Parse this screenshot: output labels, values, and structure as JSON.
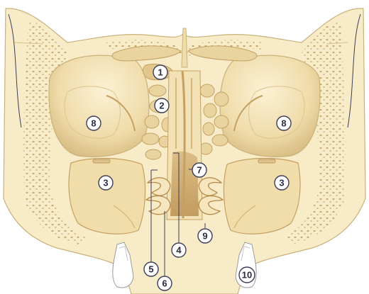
{
  "diagram": {
    "colors": {
      "background": "#ffffff",
      "bone_light": "#f8ecc8",
      "bone_mid": "#f1ddaa",
      "bone_outline": "#c9b17a",
      "cancellous_dot": "#c2a36a",
      "sinus_fill": "#e9d4a0",
      "sinus_shadow": "#c4a062",
      "orbit_fill": "#f6e6bd",
      "orbit_shadow": "#d3b77c",
      "cavity_dark": "#b68a4a",
      "tooth": "#ffffff",
      "marker_stroke": "#3c3c5a"
    },
    "markers": [
      {
        "id": "m1",
        "label": "1"
      },
      {
        "id": "m2",
        "label": "2"
      },
      {
        "id": "m3a",
        "label": "3"
      },
      {
        "id": "m3b",
        "label": "3"
      },
      {
        "id": "m4",
        "label": "4"
      },
      {
        "id": "m5",
        "label": "5"
      },
      {
        "id": "m6",
        "label": "6"
      },
      {
        "id": "m7",
        "label": "7"
      },
      {
        "id": "m8a",
        "label": "8"
      },
      {
        "id": "m8b",
        "label": "8"
      },
      {
        "id": "m9",
        "label": "9"
      },
      {
        "id": "m10",
        "label": "10"
      }
    ]
  }
}
